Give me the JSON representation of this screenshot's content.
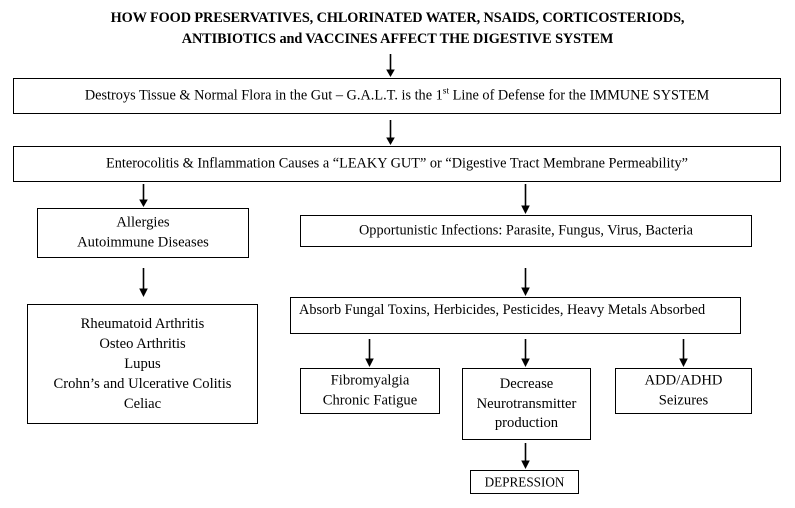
{
  "title": {
    "line1": "HOW FOOD PRESERVATIVES, CHLORINATED WATER, NSAIDS, CORTICOSTERIODS,",
    "line2": "ANTIBIOTICS and VACCINES AFFECT THE DIGESTIVE SYSTEM"
  },
  "nodes": {
    "destroys": {
      "text_before": "Destroys Tissue & Normal Flora in the Gut – G.A.L.T. is the 1",
      "superscript": "st",
      "text_after": " Line of Defense for the IMMUNE SYSTEM"
    },
    "enterocolitis": {
      "text": "Enterocolitis & Inflammation Causes a “LEAKY GUT” or “Digestive Tract Membrane Permeability”"
    },
    "allergies": {
      "text": "Allergies\nAutoimmune Diseases"
    },
    "opportunistic": {
      "text": "Opportunistic Infections: Parasite, Fungus, Virus, Bacteria"
    },
    "rheumatoid": {
      "text": "Rheumatoid Arthritis\nOsteo Arthritis\nLupus\nCrohn’s and Ulcerative Colitis\nCeliac"
    },
    "absorb": {
      "text": "Absorb Fungal Toxins, Herbicides, Pesticides, Heavy Metals Absorbed"
    },
    "fibromyalgia": {
      "text": "Fibromyalgia\nChronic Fatigue"
    },
    "neurotransmitter": {
      "text": "Decrease\nNeurotransmitter\nproduction"
    },
    "addadhd": {
      "text": "ADD/ADHD\nSeizures"
    },
    "depression": {
      "text": "DEPRESSION"
    }
  },
  "colors": {
    "background": "#ffffff",
    "line": "#000000",
    "text": "#000000"
  }
}
